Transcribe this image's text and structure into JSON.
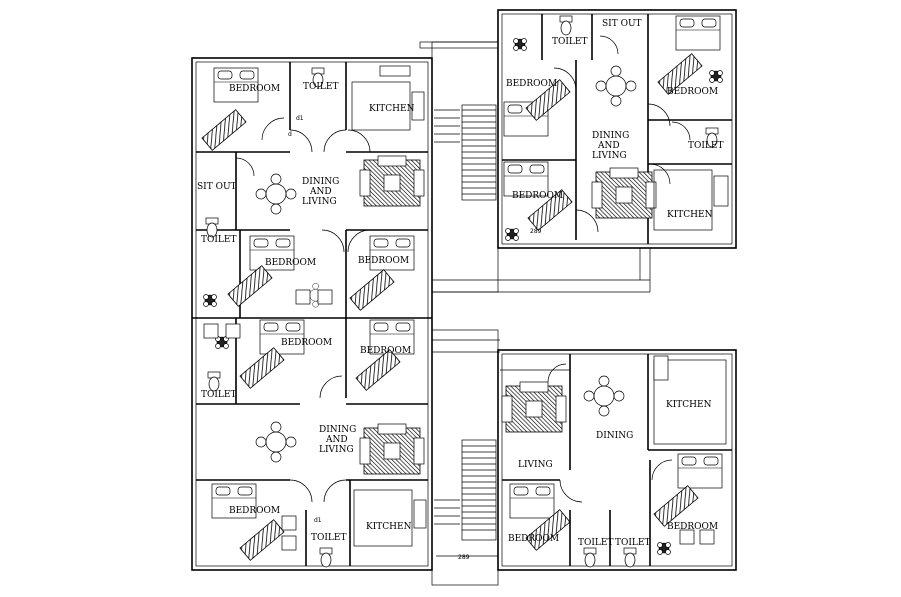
{
  "plan": {
    "units": [
      {
        "id": "left-upper",
        "rooms": [
          {
            "key": "bedroom_1",
            "label": "BEDROOM"
          },
          {
            "key": "toilet_1",
            "label": "TOILET"
          },
          {
            "key": "kitchen",
            "label": "KITCHEN"
          },
          {
            "key": "sit_out",
            "label": "SIT OUT"
          },
          {
            "key": "dining_living",
            "label_lines": [
              "DINING",
              "AND",
              "LIVING"
            ]
          },
          {
            "key": "toilet_2",
            "label": "TOILET"
          },
          {
            "key": "bedroom_2",
            "label": "BEDROOM"
          },
          {
            "key": "bedroom_3",
            "label": "BEDROOM"
          }
        ]
      },
      {
        "id": "left-lower",
        "rooms": [
          {
            "key": "bedroom_1",
            "label": "BEDROOM"
          },
          {
            "key": "bedroom_2",
            "label": "BEDROOM"
          },
          {
            "key": "toilet_1",
            "label": "TOILET"
          },
          {
            "key": "dining_living",
            "label_lines": [
              "DINING",
              "AND",
              "LIVING"
            ]
          },
          {
            "key": "bedroom_3",
            "label": "BEDROOM"
          },
          {
            "key": "toilet_2",
            "label": "TOILET"
          },
          {
            "key": "kitchen",
            "label": "KITCHEN"
          }
        ]
      },
      {
        "id": "right-upper",
        "rooms": [
          {
            "key": "toilet_1",
            "label": "TOILET"
          },
          {
            "key": "sit_out",
            "label": "SIT OUT"
          },
          {
            "key": "bedroom_1",
            "label": "BEDROOM"
          },
          {
            "key": "dining_living",
            "label_lines": [
              "DINING",
              "AND",
              "LIVING"
            ]
          },
          {
            "key": "bedroom_2",
            "label": "BEDROOM"
          },
          {
            "key": "bedroom_3",
            "label": "BEDROOM"
          },
          {
            "key": "toilet_2",
            "label": "TOILET"
          },
          {
            "key": "kitchen",
            "label": "KITCHEN"
          }
        ]
      },
      {
        "id": "right-lower",
        "rooms": [
          {
            "key": "kitchen",
            "label": "KITCHEN"
          },
          {
            "key": "dining",
            "label": "DINING"
          },
          {
            "key": "living",
            "label": "LIVING"
          },
          {
            "key": "bedroom_1",
            "label": "BEDROOM"
          },
          {
            "key": "toilet_1",
            "label": "TOILET"
          },
          {
            "key": "toilet_2",
            "label": "TOILET"
          },
          {
            "key": "bedroom_2",
            "label": "BEDROOM"
          }
        ]
      }
    ],
    "dimension_labels": {
      "upper": "289",
      "lower": "289"
    },
    "door_mark": "d",
    "door_mark_alt": "d1"
  }
}
